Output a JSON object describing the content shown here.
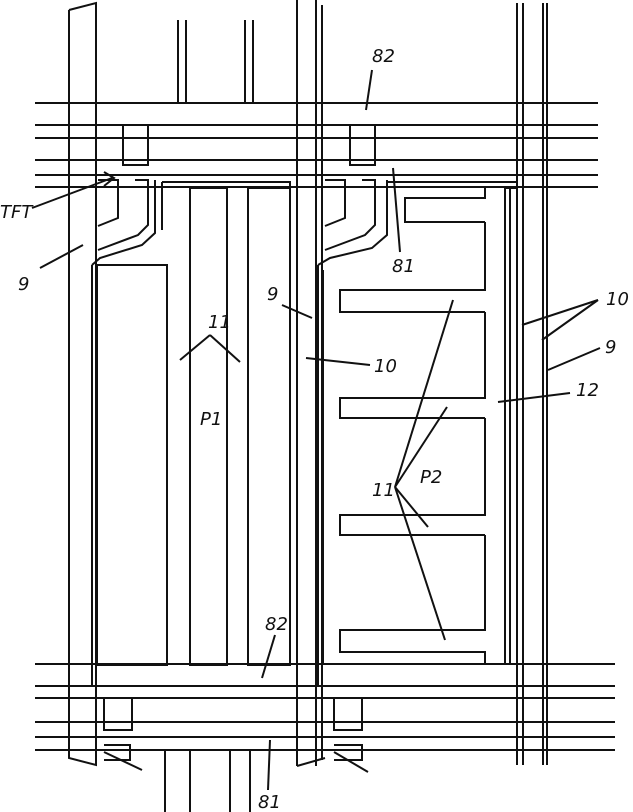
{
  "labels": {
    "tft": "TFT",
    "n9_left": "9",
    "n82_top": "82",
    "n81_top": "81",
    "n9_mid": "9",
    "n11_top": "11",
    "n10_mid": "10",
    "p1": "P1",
    "n10_right": "10",
    "n9_right": "9",
    "n12": "12",
    "n11_mid": "11",
    "p2": "P2",
    "n82_bottom": "82",
    "n81_bottom": "81"
  }
}
